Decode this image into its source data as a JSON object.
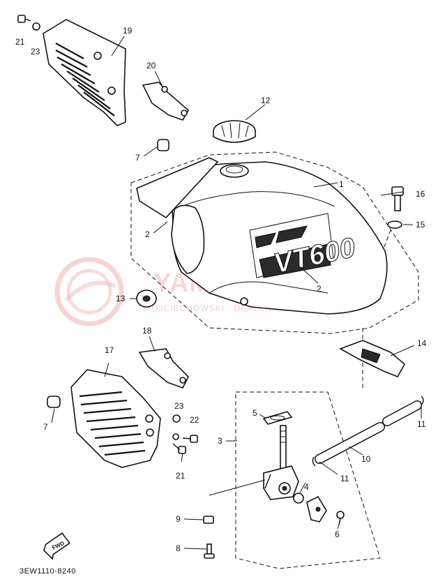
{
  "diagram": {
    "code": "3EW1110-8240",
    "logo_text": "VT600",
    "fwd_label": "FWD",
    "watermark": {
      "main": "YAMA-SKLEP.PL",
      "sub": "WOJCIECHOWSKI - DEALER YAMAHA"
    },
    "callouts": {
      "c1": "1",
      "c2a": "2",
      "c2b": "2",
      "c3": "3",
      "c4": "4",
      "c5": "5",
      "c6": "6",
      "c7a": "7",
      "c7b": "7",
      "c8": "8",
      "c9": "9",
      "c10": "10",
      "c11a": "11",
      "c11b": "11",
      "c12": "12",
      "c13": "13",
      "c14": "14",
      "c15": "15",
      "c16": "16",
      "c17": "17",
      "c18": "18",
      "c19": "19",
      "c20": "20",
      "c21a": "21",
      "c21b": "21",
      "c22": "22",
      "c23a": "23",
      "c23b": "23"
    }
  }
}
